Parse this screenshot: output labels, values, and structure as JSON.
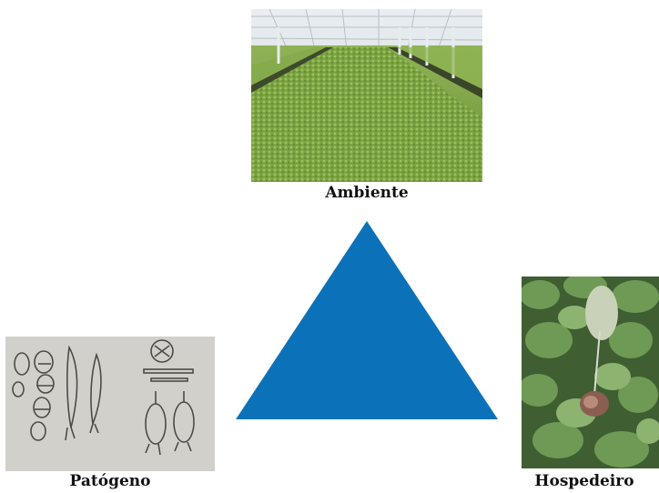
{
  "diagram": {
    "nodes": [
      {
        "id": "ambiente",
        "label": "Ambiente",
        "image": "greenhouse-seedling-trays-photo"
      },
      {
        "id": "patogeno",
        "label": "Patógeno",
        "image": "fungal-spores-sketch-photo"
      },
      {
        "id": "hospedeiro",
        "label": "Hospedeiro",
        "image": "diseased-plant-photo"
      }
    ],
    "center_shape": {
      "type": "triangle",
      "color": "#0b72b9"
    }
  }
}
